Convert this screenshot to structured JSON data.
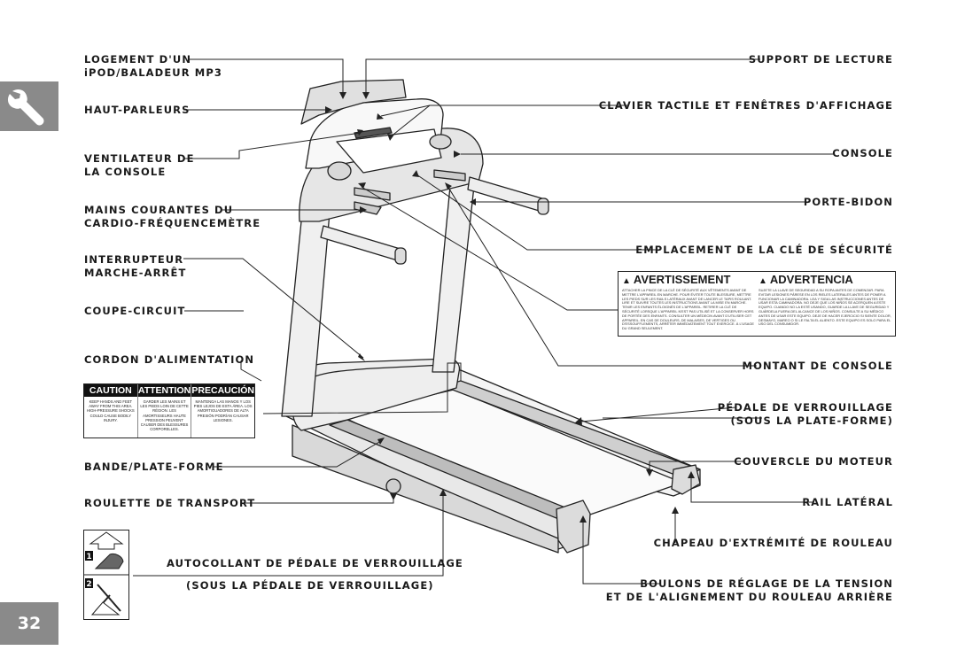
{
  "page": {
    "number": "32",
    "tab_icon": "wrench-icon"
  },
  "labels_left": [
    {
      "id": "ipod",
      "lines": [
        "LOGEMENT D'UN",
        "iPOD/BALADEUR MP3"
      ]
    },
    {
      "id": "speakers",
      "lines": [
        "HAUT-PARLEURS"
      ]
    },
    {
      "id": "fan",
      "lines": [
        "VENTILATEUR DE",
        "LA CONSOLE"
      ]
    },
    {
      "id": "pulse",
      "lines": [
        "MAINS COURANTES DU",
        "CARDIO-FRÉQUENCEMÈTRE"
      ]
    },
    {
      "id": "switch",
      "lines": [
        "INTERRUPTEUR",
        "MARCHE-ARRÊT"
      ]
    },
    {
      "id": "breaker",
      "lines": [
        "COUPE-CIRCUIT"
      ]
    },
    {
      "id": "cord",
      "lines": [
        "CORDON D'ALIMENTATION"
      ]
    },
    {
      "id": "deck",
      "lines": [
        "BANDE/PLATE-FORME"
      ]
    },
    {
      "id": "wheel",
      "lines": [
        "ROULETTE DE TRANSPORT"
      ]
    },
    {
      "id": "sticker",
      "lines": [
        "AUTOCOLLANT DE PÉDALE DE VERROUILLAGE",
        "(SOUS LA PÉDALE DE VERROUILLAGE)"
      ]
    }
  ],
  "labels_right": [
    {
      "id": "reading",
      "lines": [
        "SUPPORT DE LECTURE"
      ]
    },
    {
      "id": "keypad",
      "lines": [
        "CLAVIER TACTILE ET FENÊTRES D'AFFICHAGE"
      ]
    },
    {
      "id": "console",
      "lines": [
        "CONSOLE"
      ]
    },
    {
      "id": "bottle",
      "lines": [
        "PORTE-BIDON"
      ]
    },
    {
      "id": "key",
      "lines": [
        "EMPLACEMENT DE LA CLÉ DE SÉCURITÉ"
      ]
    },
    {
      "id": "upright",
      "lines": [
        "MONTANT DE CONSOLE"
      ]
    },
    {
      "id": "lockpedal",
      "lines": [
        "PÉDALE DE VERROUILLAGE",
        "(SOUS LA PLATE-FORME)"
      ]
    },
    {
      "id": "motorcover",
      "lines": [
        "COUVERCLE DU MOTEUR"
      ]
    },
    {
      "id": "rail",
      "lines": [
        "RAIL LATÉRAL"
      ]
    },
    {
      "id": "endcap",
      "lines": [
        "CHAPEAU D'EXTRÉMITÉ DE ROULEAU"
      ]
    },
    {
      "id": "bolts",
      "lines": [
        "BOULONS DE RÉGLAGE DE LA TENSION",
        "ET DE L'ALIGNEMENT DU ROULEAU ARRIÈRE"
      ]
    }
  ],
  "caution_label": {
    "headers": [
      "CAUTION",
      "ATTENTION",
      "PRECAUCIÓN"
    ],
    "texts": [
      "KEEP HANDS AND FEET AWAY FROM THIS AREA. HIGH-PRESSURE SHOCKS COULD CAUSE BODILY INJURY.",
      "GARDER LES MAINS ET LES PIEDS LOIN DE CETTE RÉGION. LES AMORTISSEURS HAUTE PRESSION PEUVENT CAUSER DES BLESSURES CORPORELLES.",
      "MANTENGA LAS MANOS Y LOS PIES LEJOS DE ESTA ÁREA. LOS AMORTIGUADORES DE ALTA PRESIÓN PODRÍAN CAUSAR LESIONES."
    ]
  },
  "warning_label": {
    "headers": [
      "AVERTISSEMENT",
      "ADVERTENCIA"
    ],
    "texts": [
      "ATTACHER LA PINCE DE LA CLÉ DE SÉCURITÉ AUX VÊTEMENTS AVANT DE METTRE L'APPAREIL EN MARCHE. POUR ÉVITER TOUTE BLESSURE, METTRE LES PIEDS SUR LES RAILS LATÉRAUX AVANT DE LANCER LE TAPIS ROULANT. LIRE ET SUIVRE TOUTES LES INSTRUCTIONS AVANT LA MISE EN MARCHE. TENIR LES ENFANTS ÉLOIGNÉS DE L'APPAREIL. RETIRER LA CLÉ DE SÉCURITÉ LORSQUE L'APPAREIL N'EST PAS UTILISÉ ET LA CONSERVER HORS DE PORTÉE DES ENFANTS. CONSULTER UN MÉDECIN AVANT D'UTILISER CET APPAREIL. EN CAS DE DOULEURS, DE MALAISES, DE VERTIGES OU D'ESSOUFFLEMENTS, ARRÊTER IMMÉDIATEMENT TOUT EXERCICE. À L'USAGE DU GRAND SEULEMENT.",
      "SUJETE LA LLAVE DE SEGURIDAD A SU ROPA ANTES DE COMENZAR. PARA EVITAR LESIONES PÁRESE EN LOS RIELES LATERALES ANTES DE PONER A FUNCIONAR LA CAMINADORA. LEA Y SIGA LAS INSTRUCCIONES ANTES DE USAR ESTA CAMINADORA. NO DEJE QUE LOS NIÑOS SE ACERQUEN A ESTE EQUIPO. CUANDO NO LA ESTÉ USANDO, GUARDE LA LLAVE DE SEGURIDAD Y GUÁRDELA FUERA DEL ALCANCE DE LOS NIÑOS. CONSULTE A SU MÉDICO ANTES DE USAR ESTE EQUIPO. DEJE DE HACER EJERCICIO SI SIENTE DOLOR, DESMAYO, MAREO O SI LE FALTA EL ALIENTO. ESTE EQUIPO ES SOLO PARA EL USO DEL CONSUMIDOR."
    ]
  },
  "pedal_steps": [
    "1",
    "2"
  ]
}
